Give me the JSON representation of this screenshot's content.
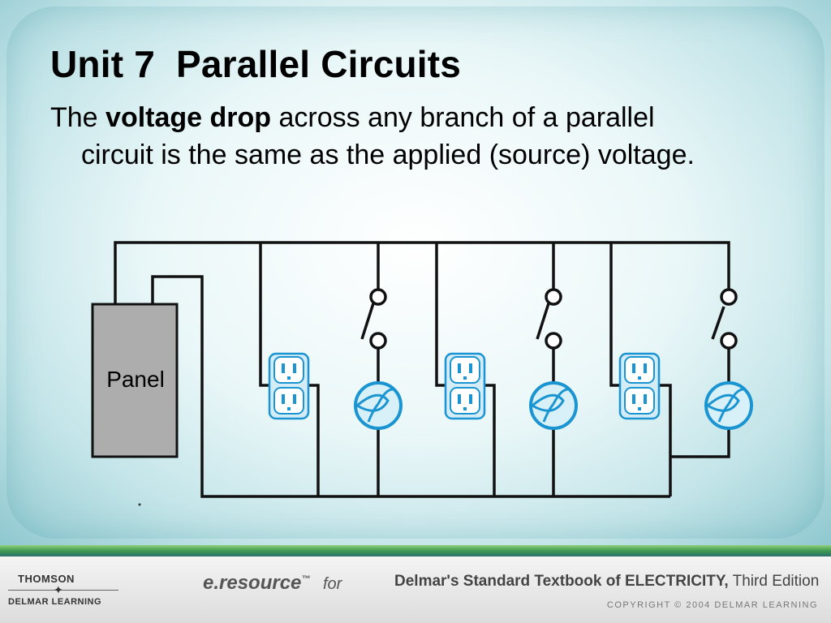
{
  "slide": {
    "title": "Unit 7  Parallel Circuits",
    "body": {
      "lead": "The ",
      "emphasis": "voltage drop",
      "rest": " across any branch of a parallel circuit is the same as the applied (source) voltage."
    }
  },
  "diagram": {
    "panel_label": "Panel",
    "components": [
      {
        "type": "receptacle"
      },
      {
        "type": "switched-lamp"
      },
      {
        "type": "receptacle"
      },
      {
        "type": "switched-lamp"
      },
      {
        "type": "receptacle"
      },
      {
        "type": "switched-lamp"
      }
    ],
    "colors": {
      "wire": "#111111",
      "device": "#1b95d2",
      "panel": "#adadad"
    }
  },
  "footer": {
    "publisher_top": "THOMSON",
    "publisher_bottom": "DELMAR LEARNING",
    "eresource": "e.resource",
    "eresource_tm": "™",
    "for_text": "for",
    "book_title": "Delmar's Standard Textbook of ELECTRICITY,",
    "edition": " Third Edition",
    "copyright": "COPYRIGHT © 2004 DELMAR LEARNING"
  }
}
